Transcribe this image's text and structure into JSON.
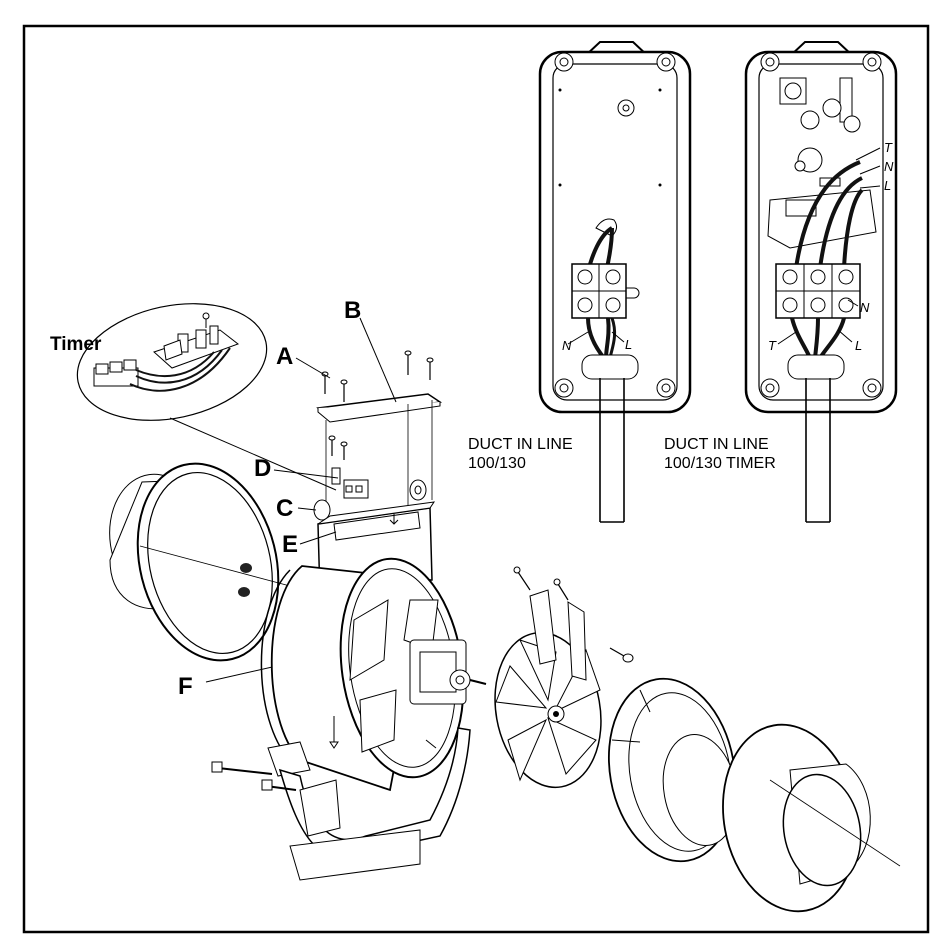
{
  "labels": {
    "timer": "Timer",
    "a": "A",
    "b": "B",
    "c": "C",
    "d": "D",
    "e": "E",
    "f": "F"
  },
  "captions": {
    "left_line1": "DUCT IN LINE",
    "left_line2": "100/130",
    "right_line1": "DUCT IN LINE",
    "right_line2": "100/130 TIMER"
  },
  "wire_labels": {
    "left_n": "N",
    "left_l": "L",
    "right_t_top": "T",
    "right_n_top": "N",
    "right_l_top": "L",
    "right_n": "N",
    "right_t": "T",
    "right_l": "L"
  },
  "colors": {
    "line": "#000000",
    "background": "#ffffff",
    "wire": "#1a1a1a"
  }
}
